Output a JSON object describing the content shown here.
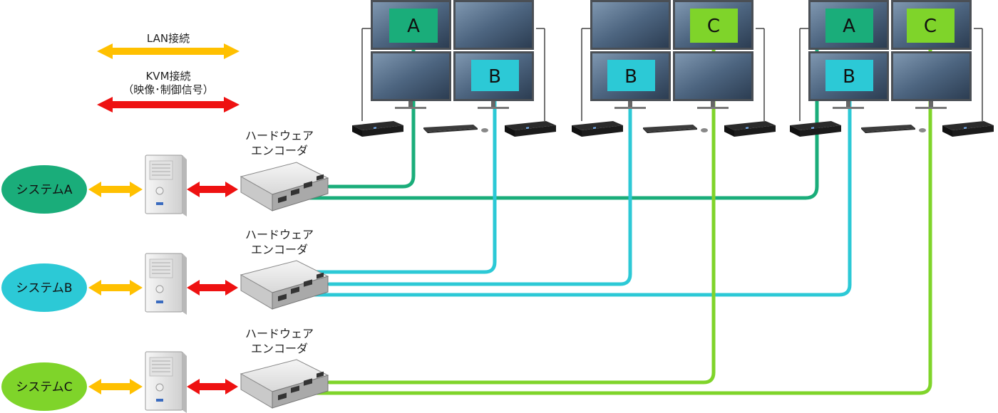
{
  "legend": {
    "lan_label": "LAN接続",
    "kvm_label_1": "KVM接続",
    "kvm_label_2": "（映像･制御信号）"
  },
  "encoders": [
    {
      "label_1": "ハードウェア",
      "label_2": "エンコーダ"
    },
    {
      "label_1": "ハードウェア",
      "label_2": "エンコーダ"
    },
    {
      "label_1": "ハードウェア",
      "label_2": "エンコーダ"
    }
  ],
  "systems": [
    {
      "label": "システムA",
      "color": "#1aad7a"
    },
    {
      "label": "システムB",
      "color": "#2cc9d6"
    },
    {
      "label": "システムC",
      "color": "#7fd42a"
    }
  ],
  "colors": {
    "lan": "#ffc000",
    "kvm": "#ee1111",
    "a": "#1aad7a",
    "b": "#2cc9d6",
    "c": "#7fd42a"
  },
  "workstations": [
    {
      "tags": [
        "A",
        "B"
      ]
    },
    {
      "tags": [
        "B",
        "C"
      ]
    },
    {
      "tags": [
        "A",
        "B",
        "C"
      ]
    }
  ]
}
